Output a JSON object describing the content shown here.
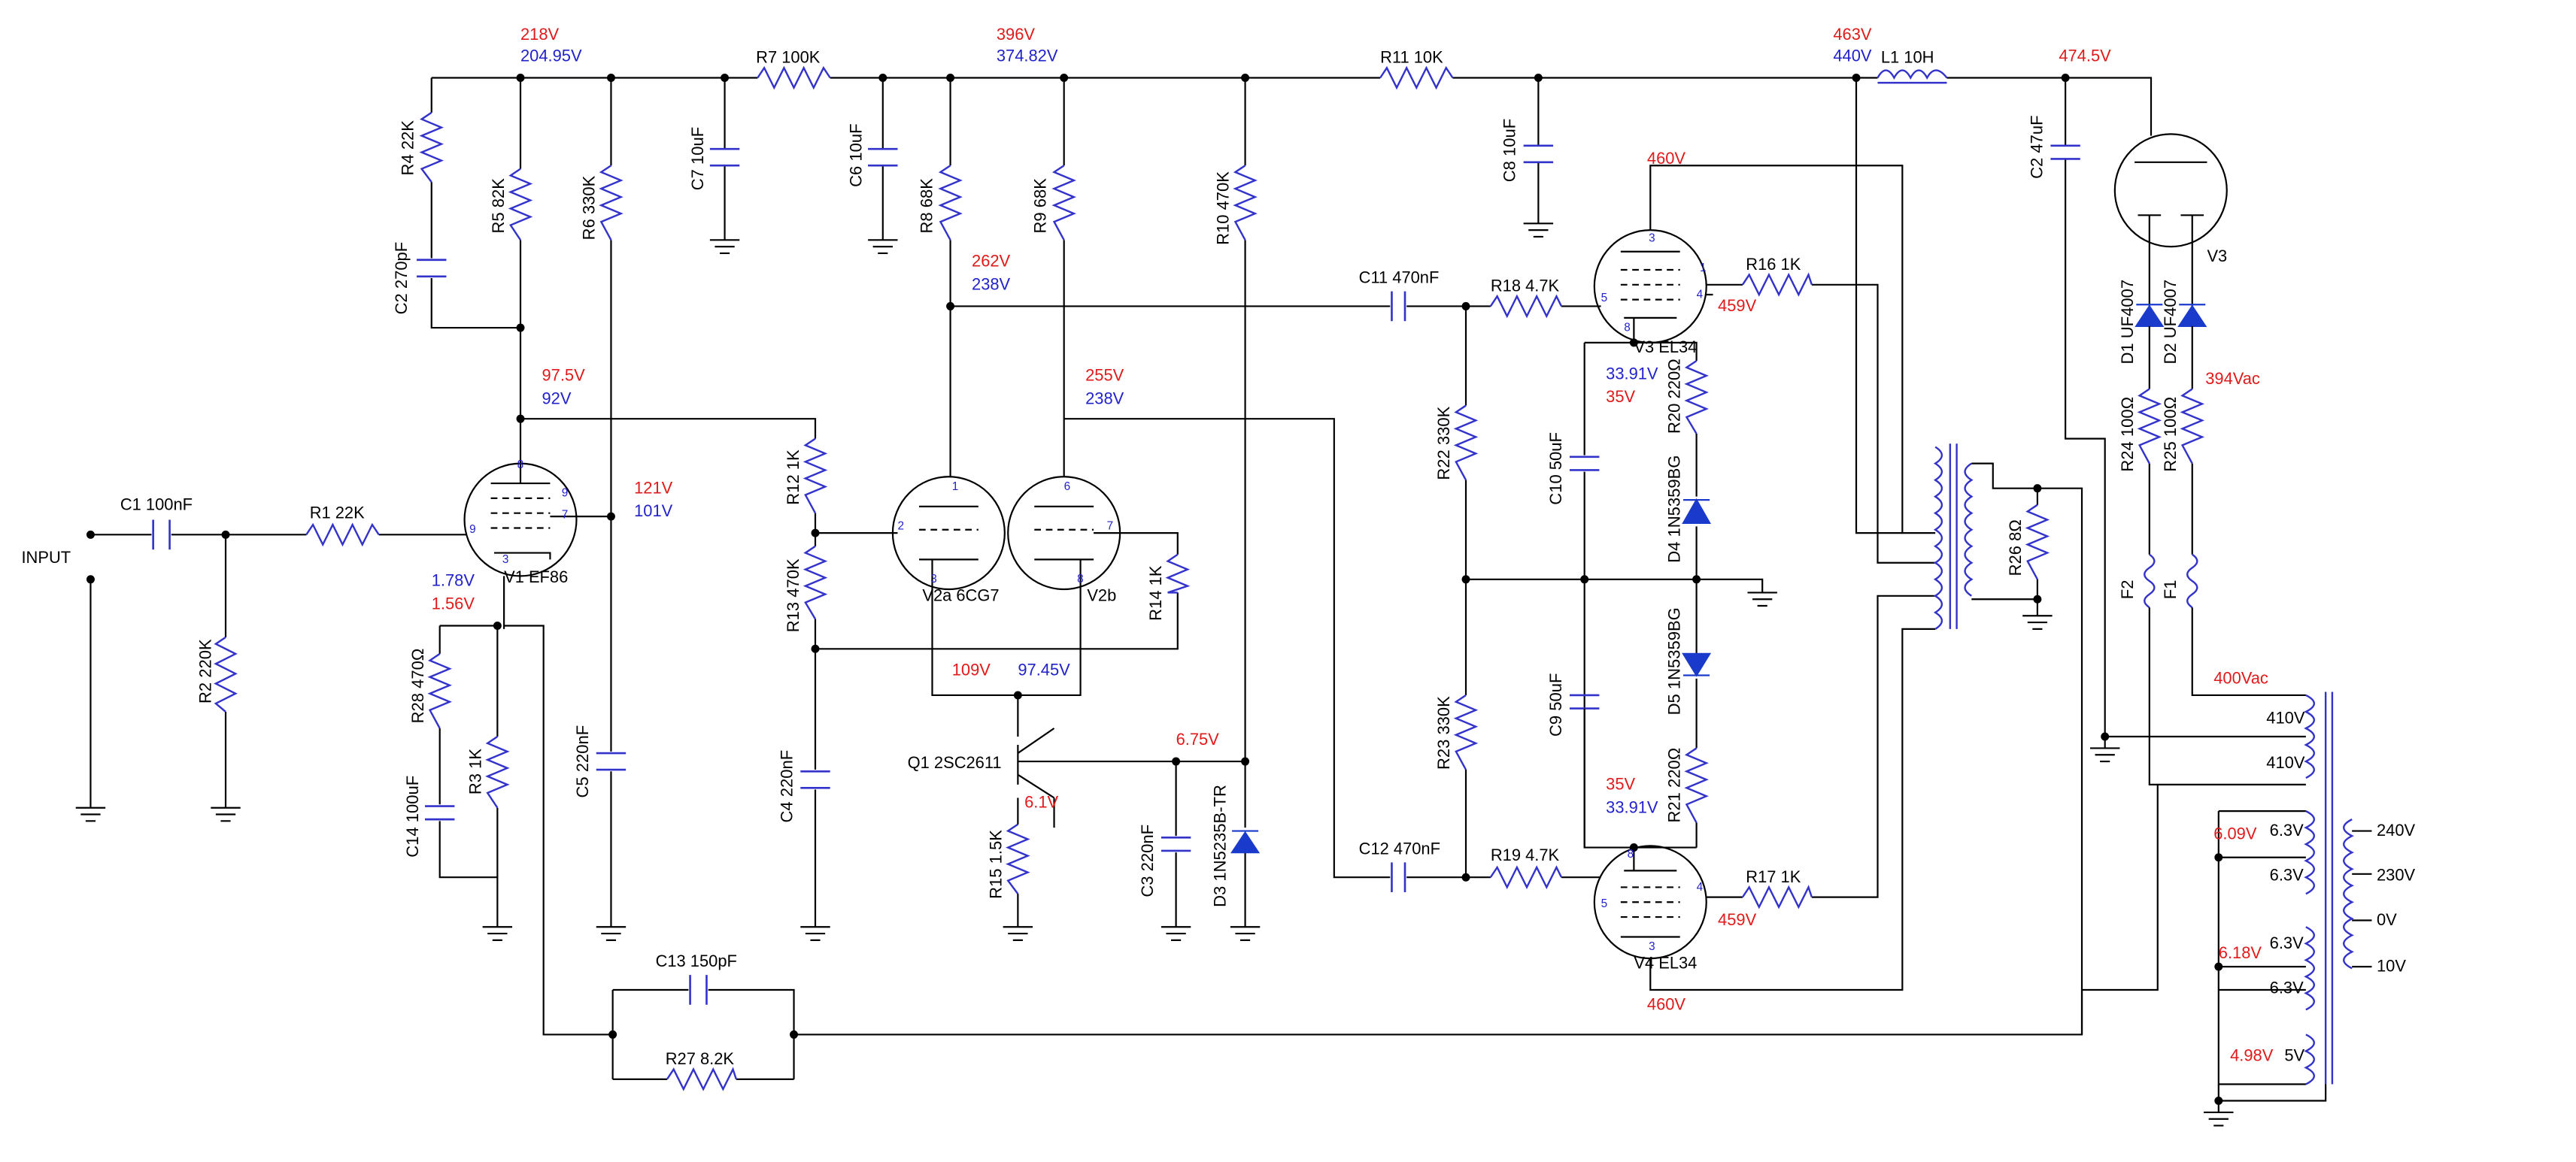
{
  "labels": {
    "input": "INPUT",
    "C1": "C1  100nF",
    "R1": "R1  22K",
    "R2": "R2  220K",
    "R4": "R4  22K",
    "C2a": "C2  270pF",
    "R5": "R5  82K",
    "R6": "R6  330K",
    "C7": "C7  10uF",
    "R7": "R7  100K",
    "C6": "C6  10uF",
    "R8": "R8  68K",
    "R9": "R9  68K",
    "R10": "R10  470K",
    "R11": "R11  10K",
    "C8": "C8  10uF",
    "L1": "L1  10H",
    "C2b": "C2  47uF",
    "V1": "V1   EF86",
    "V2a": "V2a   6CG7",
    "V2b": "V2b",
    "V3": "V3    EL34",
    "V4": "V4    EL34",
    "V3r": "V3",
    "R12": "R12  1K",
    "R13": "R13  470K",
    "R14": "R14  1K",
    "R28": "R28  470Ω",
    "C14": "C14  100uF",
    "R3": "R3  1K",
    "C5": "C5  220nF",
    "C4": "C4  220nF",
    "Q1": "Q1   2SC2611",
    "R15": "R15  1.5K",
    "C3": "C3  220nF",
    "D3": "D3  1N5235B-TR",
    "C11": "C11  470nF",
    "R18": "R18  4.7K",
    "R16": "R16  1K",
    "R22": "R22  330K",
    "R23": "R23  330K",
    "C10": "C10  50uF",
    "C9": "C9  50uF",
    "R20": "R20  220Ω",
    "R21": "R21  220Ω",
    "D4": "D4  1N5359BG",
    "D5": "D5  1N5359BG",
    "C12": "C12  470nF",
    "R19": "R19  4.7K",
    "R17": "R17  1K",
    "C13": "C13  150pF",
    "R27": "R27  8.2K",
    "R26": "R26  8Ω",
    "D1": "D1  UF4007",
    "D2": "D2  UF4007",
    "R24": "R24  100Ω",
    "R25": "R25  100Ω",
    "F1": "F1",
    "F2": "F2",
    "t410a": "410V",
    "t410b": "410V",
    "t63a": "6.3V",
    "t63b": "6.3V",
    "t63c": "6.3V",
    "t63d": "6.3V",
    "t5": "5V",
    "t240": "240V",
    "t230": "230V",
    "t0": "0V",
    "t10": "10V"
  },
  "voltages": {
    "v218": "218V",
    "v20495": "204.95V",
    "v396": "396V",
    "v37482": "374.82V",
    "v463": "463V",
    "v440": "440V",
    "v4745": "474.5V",
    "v460a": "460V",
    "v460b": "460V",
    "v262": "262V",
    "v238a": "238V",
    "v975": "97.5V",
    "v92": "92V",
    "v255": "255V",
    "v238b": "238V",
    "v121": "121V",
    "v101": "101V",
    "v178": "1.78V",
    "v156": "1.56V",
    "v109": "109V",
    "v9745": "97.45V",
    "v675": "6.75V",
    "v61": "6.1V",
    "v3391a": "33.91V",
    "v35a": "35V",
    "v35b": "35V",
    "v3391b": "33.91V",
    "v459a": "459V",
    "v459b": "459V",
    "v394vac": "394Vac",
    "v400vac": "400Vac",
    "v609": "6.09V",
    "v618": "6.18V",
    "v498": "4.98V"
  },
  "pins": {
    "p8": "8",
    "p9": "9",
    "p7": "7",
    "p3": "3",
    "p6": "6",
    "p1": "1",
    "p2": "2",
    "p3b": "3",
    "p4": "4",
    "p5": "5",
    "p1b": "1"
  }
}
